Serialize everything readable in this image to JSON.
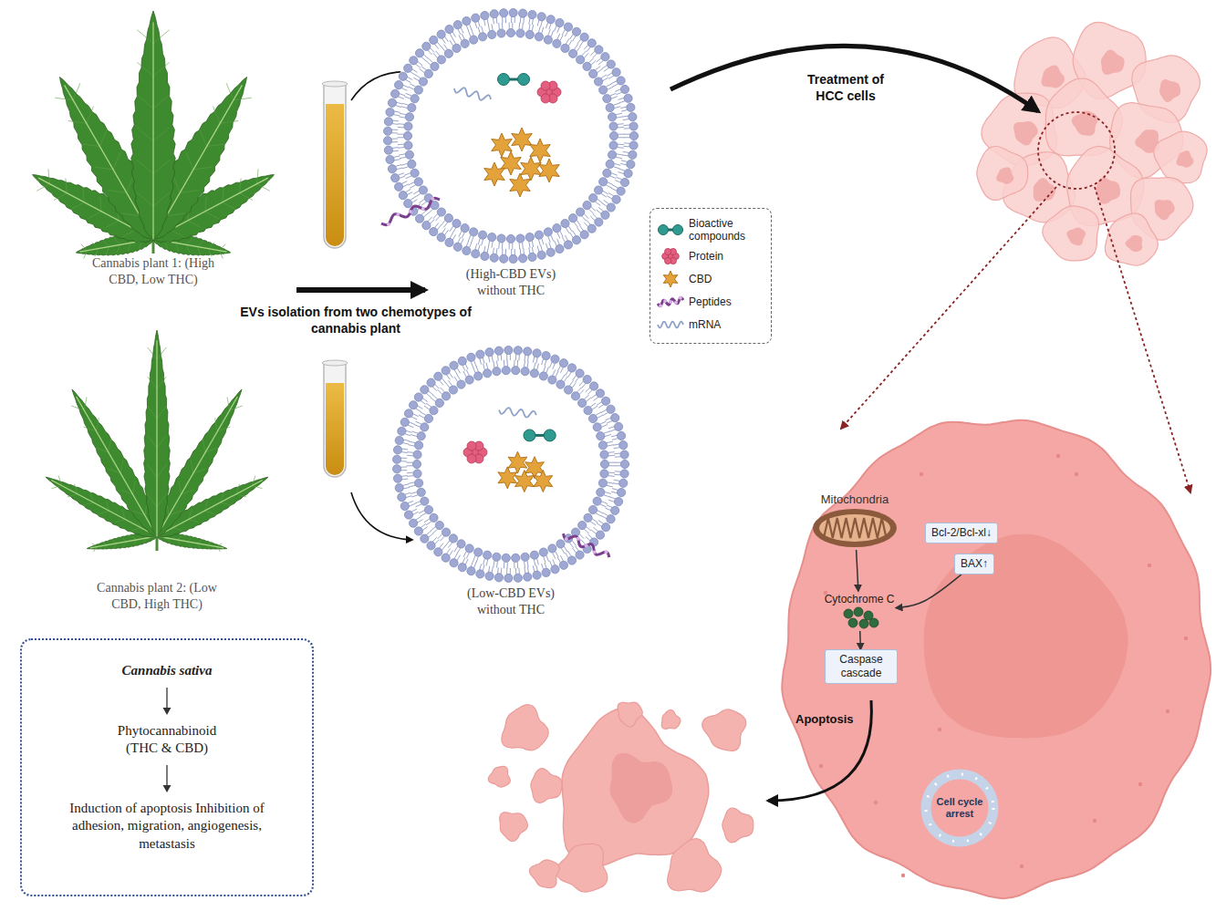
{
  "diagram": {
    "nodes": [
      {
        "text": [
          "Cannabis plant 1: (High CBD, Low THC)"
        ]
      },
      {
        "text": [
          "(High-CBD EVs) without THC"
        ]
      },
      {
        "text": [
          "Cannabis plant 2: (Low CBD, High THC)"
        ]
      },
      {
        "text": [
          "(Low-CBD EVs) without THC"
        ]
      },
      {
        "text": [
          "Cannabis sativa",
          "Phytocannabinoid (THC & CBD)",
          "Induction of apoptosis Inhibition of adhesion, migration, angiogenesis, metastasis"
        ]
      },
      {
        "text": [
          "Mitochondria"
        ]
      },
      {
        "text": [
          "Bcl-2/Bcl-xl↓"
        ]
      },
      {
        "text": [
          "BAX↑"
        ]
      },
      {
        "text": [
          "Cytochrome C"
        ]
      },
      {
        "text": [
          "Caspase cascade"
        ]
      },
      {
        "text": [
          "Cell cycle arrest"
        ]
      }
    ],
    "edges": [
      {
        "from": 5,
        "to": 8,
        "arrow": "to"
      },
      {
        "from": 7,
        "to": 8,
        "arrow": "to"
      },
      {
        "from": 8,
        "to": 9,
        "arrow": "to"
      }
    ],
    "labels": [
      "EVs isolation from two chemotypes of cannabis plant",
      "Treatment of HCC cells",
      "Apoptosis"
    ],
    "legend": [
      {
        "text": "Bioactive compounds"
      },
      {
        "text": "Protein"
      },
      {
        "text": "CBD"
      },
      {
        "text": "Peptides"
      },
      {
        "text": "mRNA"
      }
    ]
  }
}
